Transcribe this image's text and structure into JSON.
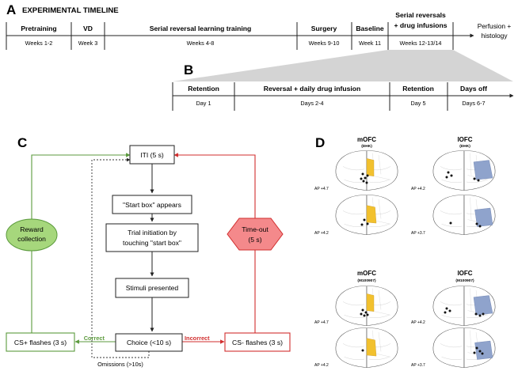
{
  "colors": {
    "green": "#5b9a3c",
    "red": "#d12e2e",
    "reward_fill": "#a6d77c",
    "timeout_fill": "#f4898b",
    "mofc_fill": "#f2c12e",
    "lofc_fill": "#8fa3cc",
    "zoom_fill": "#d4d4d4"
  },
  "panel_a": {
    "letter": "A",
    "title": "EXPERIMENTAL TIMELINE",
    "phases": [
      {
        "label": "Pretraining",
        "period": "Weeks 1-2"
      },
      {
        "label": "VD",
        "period": "Week 3"
      },
      {
        "label": "Serial reversal learning training",
        "period": "Weeks 4-8"
      },
      {
        "label": "Surgery",
        "period": "Weeks 9-10"
      },
      {
        "label": "Baseline",
        "period": "Week 11"
      },
      {
        "label_line1": "Serial reversals",
        "label_line2": "+ drug infusions",
        "period": "Weeks 12-13/14"
      }
    ],
    "end_label_line1": "Perfusion +",
    "end_label_line2": "histology"
  },
  "panel_b": {
    "letter": "B",
    "phases": [
      {
        "label": "Retention",
        "period": "Day 1"
      },
      {
        "label": "Reversal + daily drug infusion",
        "period": "Days 2-4"
      },
      {
        "label": "Retention",
        "period": "Day 5"
      },
      {
        "label": "Days off",
        "period": "Days 6-7"
      }
    ]
  },
  "panel_c": {
    "letter": "C",
    "iti": "ITI (5 s)",
    "start_box": "\"Start box\" appears",
    "trial_line1": "Trial initiation by",
    "trial_line2": "touching \"start box\"",
    "stimuli": "Stimuli presented",
    "choice": "Choice (<10 s)",
    "cs_plus": "CS+ flashes (3 s)",
    "cs_minus": "CS- flashes (3 s)",
    "correct": "Correct",
    "incorrect": "Incorrect",
    "omissions": "Omissions (>10s)",
    "reward_line1": "Reward",
    "reward_line2": "collection",
    "timeout_line1": "Time-out",
    "timeout_line2": "(5 s)"
  },
  "panel_d": {
    "letter": "D",
    "groups": [
      {
        "title": "mOFC",
        "subtitle": "(DHK)",
        "ap_upper": "AP +4.7",
        "ap_lower": "AP +4.2"
      },
      {
        "title": "lOFC",
        "subtitle": "(DHK)",
        "ap_upper": "AP +4.2",
        "ap_lower": "AP +3.7"
      },
      {
        "title": "mOFC",
        "subtitle": "(M100907)",
        "ap_upper": "AP +4.7",
        "ap_lower": "AP +4.2"
      },
      {
        "title": "lOFC",
        "subtitle": "(M100907)",
        "ap_upper": "AP +4.2",
        "ap_lower": "AP +3.7"
      }
    ]
  }
}
